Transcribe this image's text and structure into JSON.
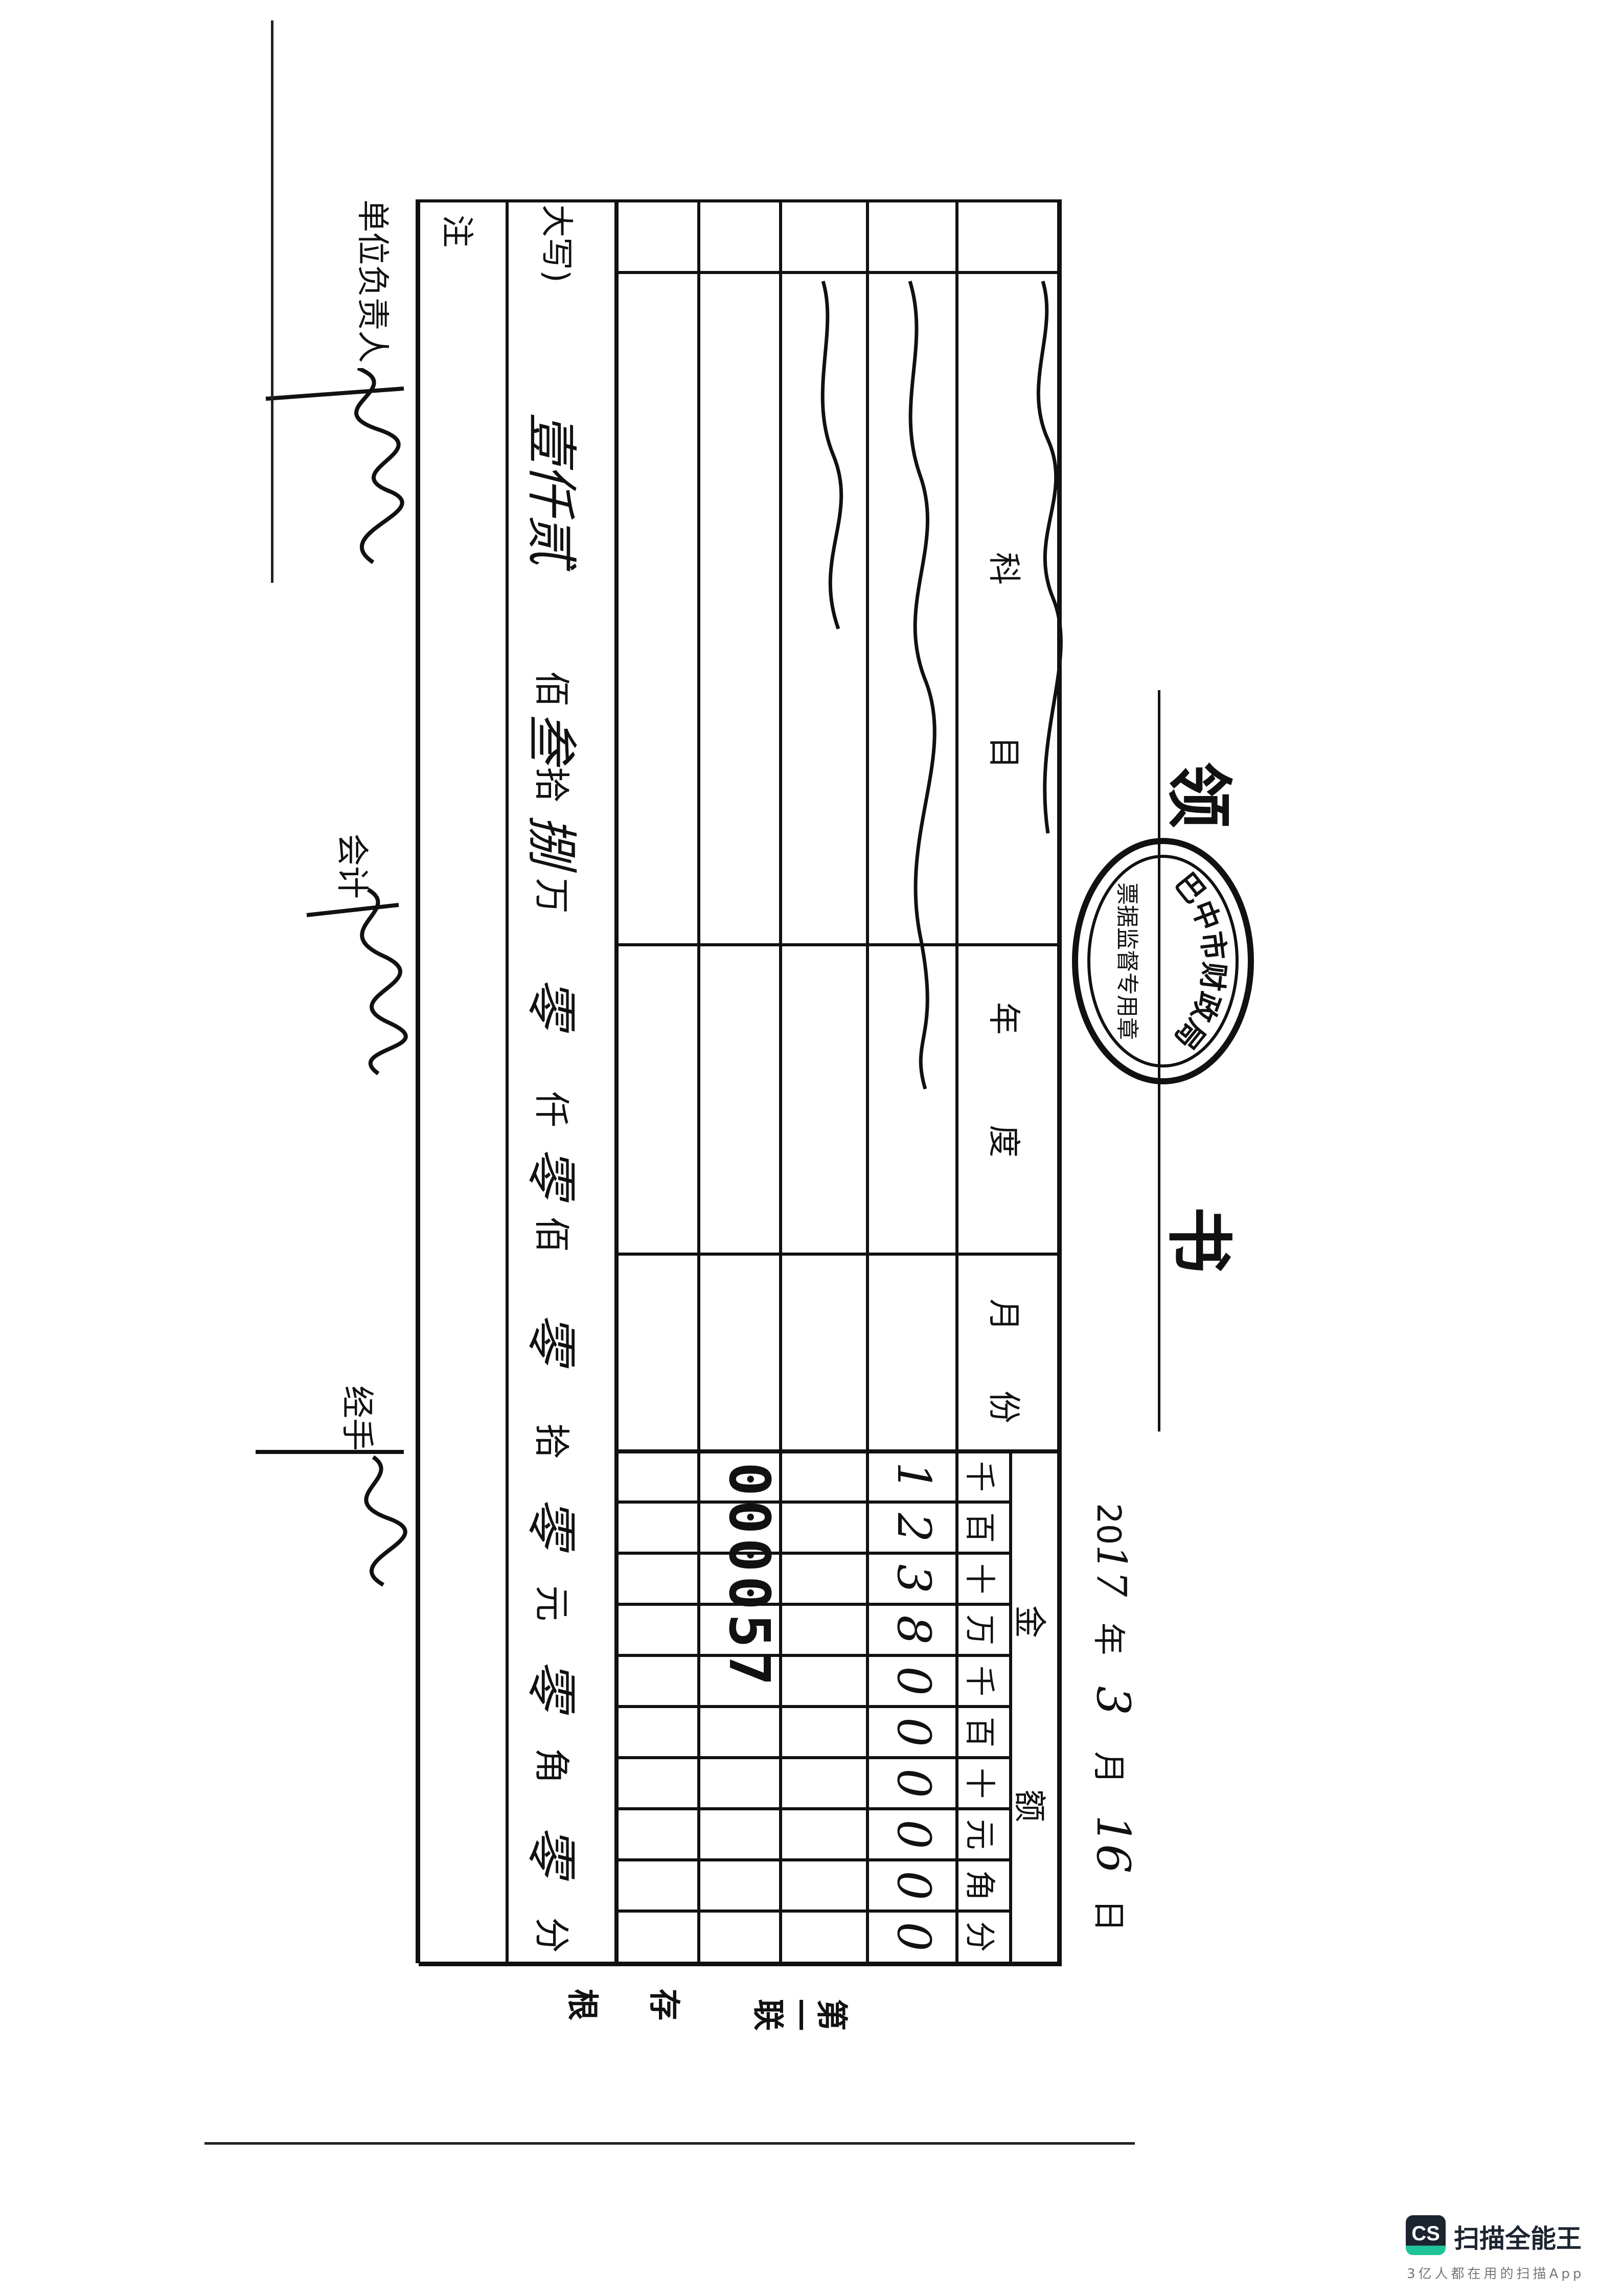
{
  "document": {
    "title_left": "领",
    "title_right": "书",
    "date": {
      "prefix": "20",
      "year_hand": "17",
      "year_label": "年",
      "month_hand": "3",
      "month_label": "月",
      "day_hand": "16",
      "day_label": "日"
    },
    "stamp": {
      "arc_text": "巴中市财政局",
      "center_text": "票据监督专用章"
    },
    "headers": {
      "subject": [
        "科",
        "目"
      ],
      "year": [
        "年",
        "度"
      ],
      "month": [
        "月",
        "份"
      ],
      "amount": [
        "金",
        "额"
      ]
    },
    "digit_units": [
      "千",
      "百",
      "十",
      "万",
      "千",
      "百",
      "十",
      "元",
      "角",
      "分"
    ],
    "digit_values": [
      "1",
      "2",
      "3",
      "8",
      "0",
      "0",
      "0",
      "0",
      "0",
      "0"
    ],
    "serial_number": "000057",
    "capital_row": {
      "label": "大写)",
      "cells": [
        {
          "hand": "壹仟贰",
          "unit": "佰"
        },
        {
          "hand": "叁",
          "unit": "拾"
        },
        {
          "hand": "捌",
          "unit": "万"
        },
        {
          "hand": "零",
          "unit": "仟"
        },
        {
          "hand": "零",
          "unit": "佰"
        },
        {
          "hand": "零",
          "unit": "拾"
        },
        {
          "hand": "零",
          "unit": "元"
        },
        {
          "hand": "零",
          "unit": "角"
        },
        {
          "hand": "零",
          "unit": "分"
        }
      ]
    },
    "note_label": "注",
    "signatures": {
      "head_label": "单位负责人",
      "accountant_label": "会计",
      "handler_label": "经手"
    },
    "copy_label": {
      "line1": "第一联",
      "line2": "存",
      "line3": "根"
    }
  },
  "watermark": {
    "logo": "CS",
    "name": "扫描全能王",
    "tagline": "3亿人都在用的扫描App",
    "accent": "#20c49a"
  }
}
